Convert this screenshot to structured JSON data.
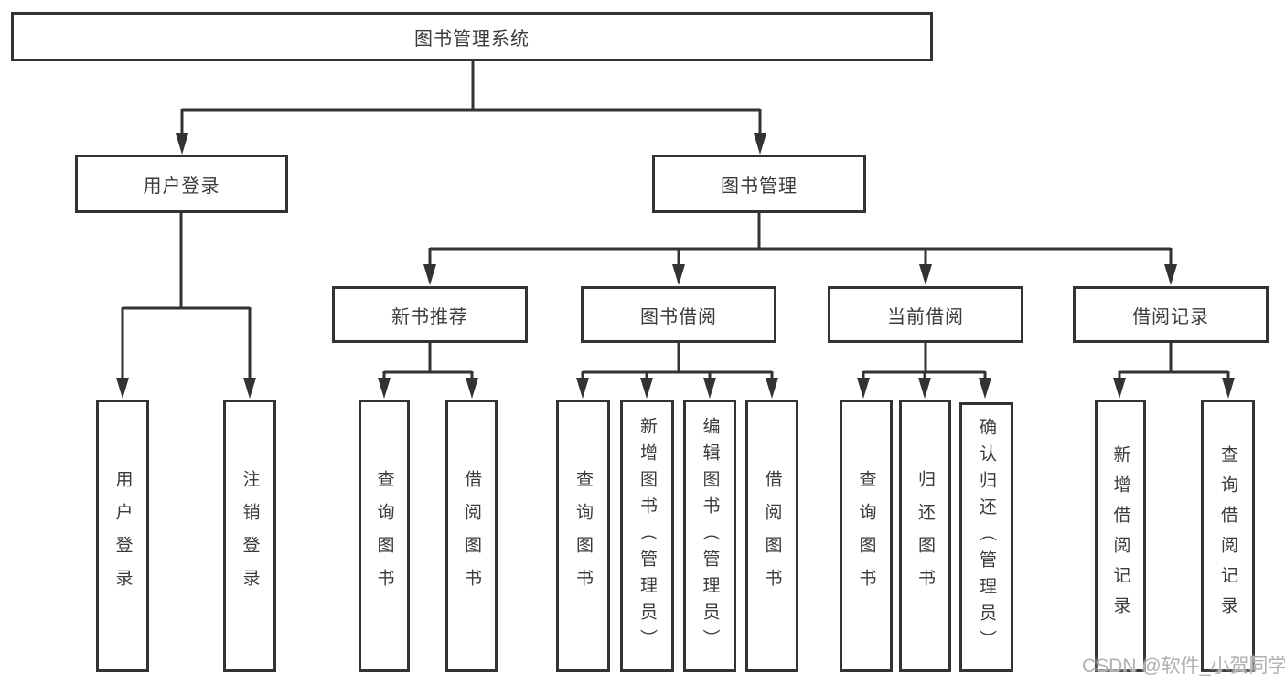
{
  "diagram": {
    "title_node": {
      "label": "图书管理系统"
    },
    "level2": [
      {
        "label": "用户登录"
      },
      {
        "label": "图书管理"
      }
    ],
    "level3": [
      {
        "label": "新书推荐"
      },
      {
        "label": "图书借阅"
      },
      {
        "label": "当前借阅"
      },
      {
        "label": "借阅记录"
      }
    ],
    "leaves": [
      {
        "label": "用户登录"
      },
      {
        "label": "注销登录"
      },
      {
        "label": "查询图书"
      },
      {
        "label": "借阅图书"
      },
      {
        "label": "查询图书"
      },
      {
        "label": "新增图书（管理员）"
      },
      {
        "label": "编辑图书（管理员）"
      },
      {
        "label": "借阅图书"
      },
      {
        "label": "查询图书"
      },
      {
        "label": "归还图书"
      },
      {
        "label": "确认归还（管理员）"
      },
      {
        "label": "新增借阅记录"
      },
      {
        "label": "查询借阅记录"
      }
    ],
    "watermark": "CSDN @软件_小贺同学",
    "colors": {
      "line": "#333333",
      "text": "#3b3b3b",
      "background": "#ffffff",
      "watermark": "#b0b0b0"
    }
  }
}
